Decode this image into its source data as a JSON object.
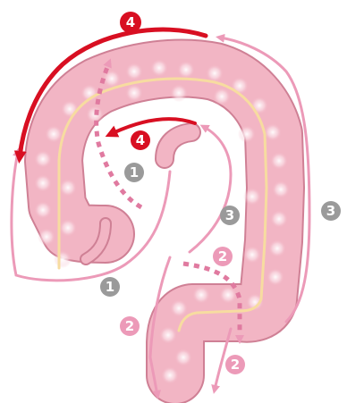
{
  "colors": {
    "colon_fill": "#f2b5c4",
    "colon_outline": "#cf8095",
    "colon_highlight": "#fbe3ea",
    "midline": "#f7dca0",
    "arrow_pink": "#ec9ab8",
    "arrow_red": "#d80f22",
    "badge_gray": "#9a9a9a",
    "badge_pink": "#ec9ab8",
    "badge_red": "#d80f22"
  },
  "badges": [
    {
      "id": "badge-1-upper",
      "label": "1",
      "color": "gray"
    },
    {
      "id": "badge-1-lower",
      "label": "1",
      "color": "gray"
    },
    {
      "id": "badge-2-mid",
      "label": "2",
      "color": "pink"
    },
    {
      "id": "badge-2-left",
      "label": "2",
      "color": "pink"
    },
    {
      "id": "badge-2-right",
      "label": "2",
      "color": "pink"
    },
    {
      "id": "badge-3-inner",
      "label": "3",
      "color": "gray"
    },
    {
      "id": "badge-3-outer",
      "label": "3",
      "color": "gray"
    },
    {
      "id": "badge-4-top",
      "label": "4",
      "color": "red"
    },
    {
      "id": "badge-4-inner",
      "label": "4",
      "color": "red"
    }
  ]
}
